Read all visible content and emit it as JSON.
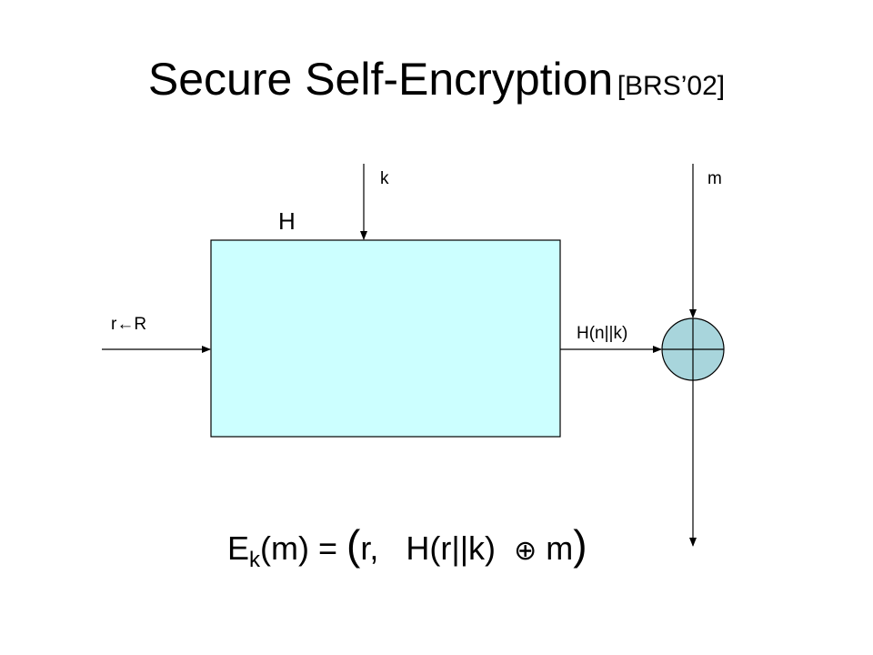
{
  "title": {
    "main": "Secure Self-Encryption",
    "citation": "[BRS’02]"
  },
  "diagram": {
    "box_label": "H",
    "key_label": "k",
    "message_label": "m",
    "randomness_label": "r←R",
    "hash_output_label": "H(n||k)",
    "xor_icon": "circled-plus-icon",
    "box_fill": "#ccffff",
    "xor_fill": "#a8d5dc"
  },
  "formula": {
    "lhs_e": "E",
    "lhs_sub": "k",
    "lhs_rest": "(m) = ",
    "open_paren": "(",
    "r_part": "r,",
    "hash_part": "H(r||k)",
    "xor_symbol": "⊕",
    "m_part": "m",
    "close_paren": ")"
  }
}
